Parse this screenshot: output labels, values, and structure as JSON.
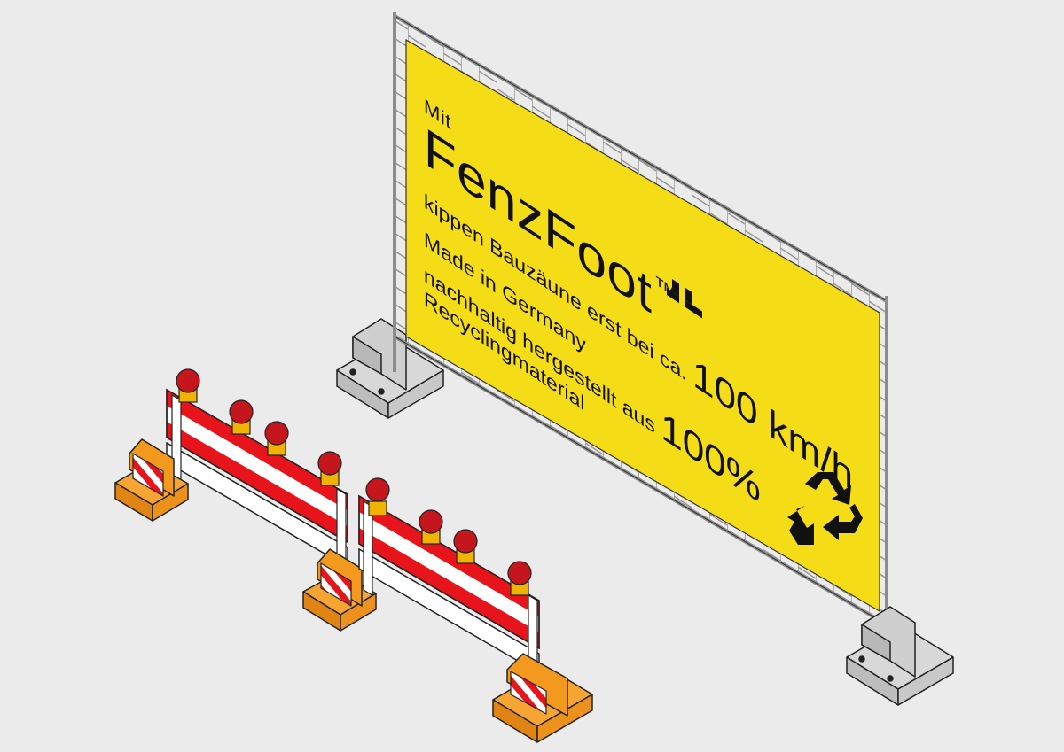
{
  "banner": {
    "line1": "Mit",
    "brand": "FenzFoot",
    "trademark": "™",
    "line3_text": "kippen Bauzäune erst bei ca.",
    "line3_value": "100 km/h",
    "line4": "Made in Germany",
    "line5_text": "nachhaltig hergestellt aus",
    "line5_value": "100%",
    "line6": "Recyclingmaterial"
  },
  "icons": {
    "logo": "fenzfoot-logo-icon",
    "recycle": "recycle-icon"
  },
  "colors": {
    "background": "#ebebeb",
    "banner": "#f4dc16",
    "fence_frame": "#8c8c8c",
    "concrete_foot": "#d4d4d4",
    "barrier_red": "#e8141c",
    "barrier_white": "#ffffff",
    "barrier_foot": "#f39a1e",
    "lamp_red": "#c4161c",
    "lamp_yellow": "#f0b400"
  }
}
